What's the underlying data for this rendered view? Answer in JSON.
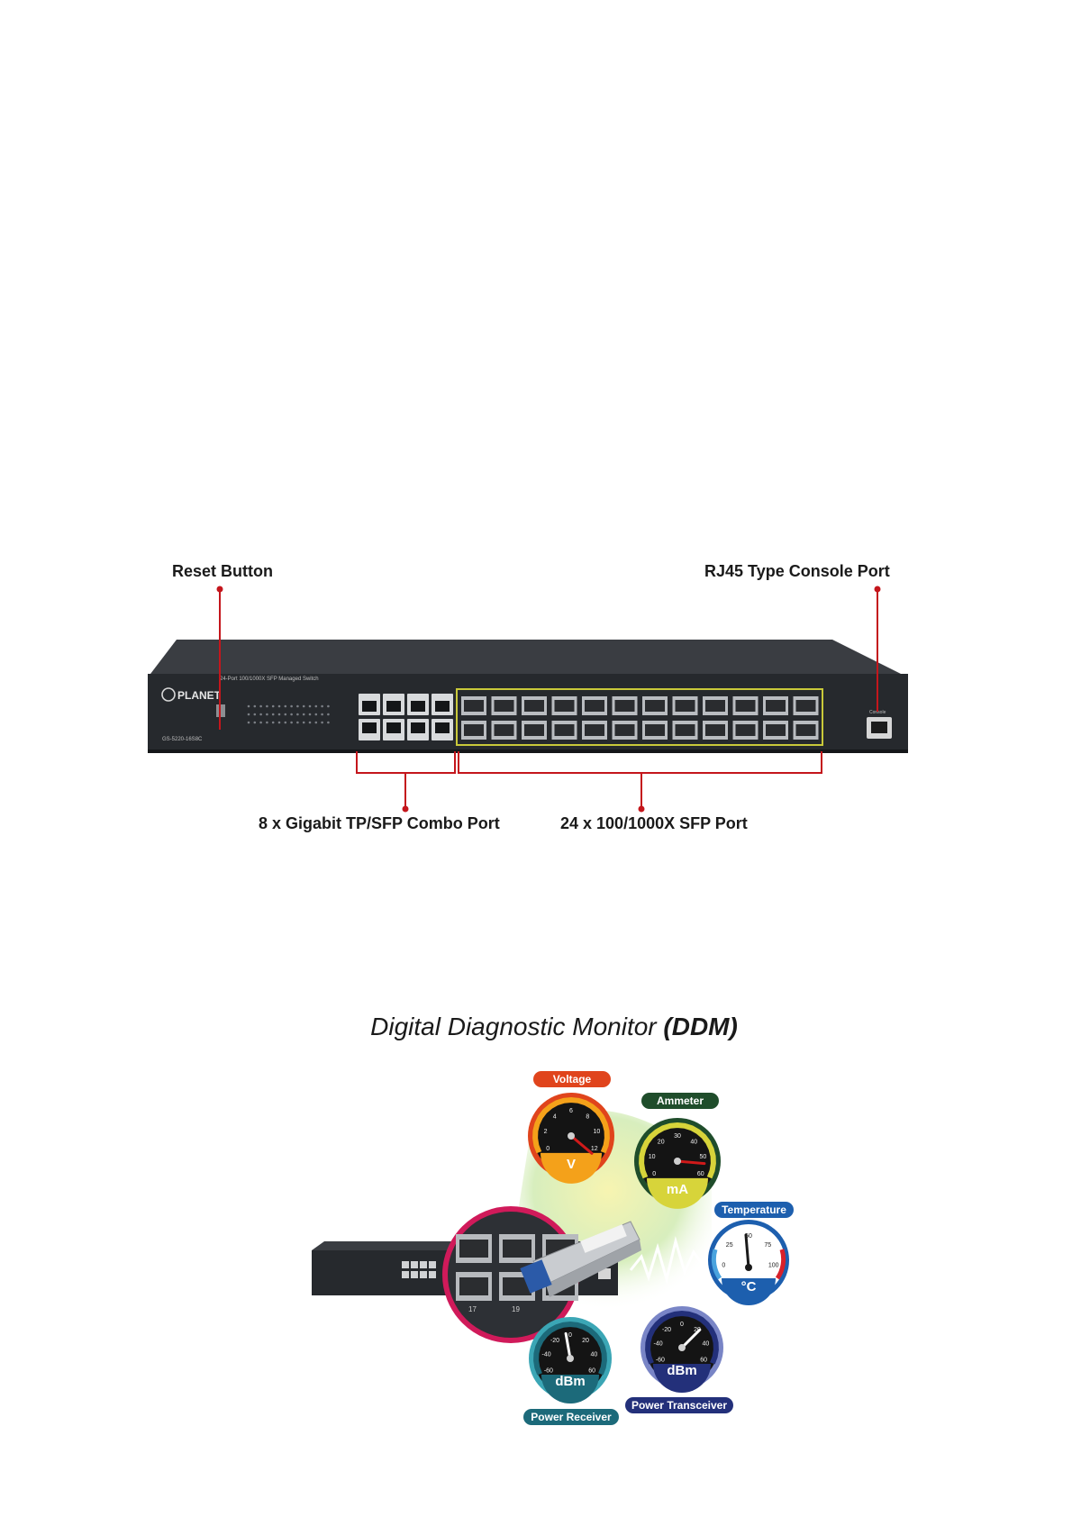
{
  "switch_diagram": {
    "callouts": {
      "reset_button": "Reset Button",
      "console_port": "RJ45 Type Console Port",
      "combo_ports": "8 x Gigabit TP/SFP Combo Port",
      "sfp_ports": "24 x 100/1000X SFP Port"
    },
    "device": {
      "brand": "PLANET",
      "front_text": "24-Port 100/1000X SFP Managed Switch",
      "model": "GS-5220-16S8C",
      "console_label": "Console"
    },
    "colors": {
      "callout_line": "#c4161c",
      "sfp_frame": "#c9c93a",
      "chassis": "#26292d"
    }
  },
  "ddm": {
    "title_plain": "Digital Diagnostic Monitor ",
    "title_bold": "(DDM)",
    "gauges": {
      "voltage": {
        "label": "Voltage",
        "unit": "V",
        "ticks": [
          "0",
          "2",
          "4",
          "6",
          "8",
          "10",
          "12"
        ]
      },
      "ammeter": {
        "label": "Ammeter",
        "unit": "mA",
        "ticks": [
          "0",
          "10",
          "20",
          "30",
          "40",
          "50",
          "60"
        ]
      },
      "temperature": {
        "label": "Temperature",
        "unit": "°C",
        "ticks": [
          "0",
          "25",
          "50",
          "75",
          "100"
        ]
      },
      "power_receiver": {
        "label": "Power Receiver",
        "unit": "dBm",
        "ticks": [
          "-60",
          "-40",
          "-20",
          "0",
          "20",
          "40",
          "60"
        ]
      },
      "power_transceiver": {
        "label": "Power Transceiver",
        "unit": "dBm",
        "ticks": [
          "-60",
          "-40",
          "-20",
          "0",
          "20",
          "40",
          "60"
        ]
      }
    },
    "zoom_port_numbers": [
      "17",
      "19"
    ],
    "colors": {
      "voltage": "#e0441c",
      "ammeter": "#1f4d2b",
      "temperature": "#1d5fae",
      "power_receiver": "#1c6a7a",
      "power_transceiver": "#23307a",
      "zoom_circle": "#d01a5a"
    }
  }
}
